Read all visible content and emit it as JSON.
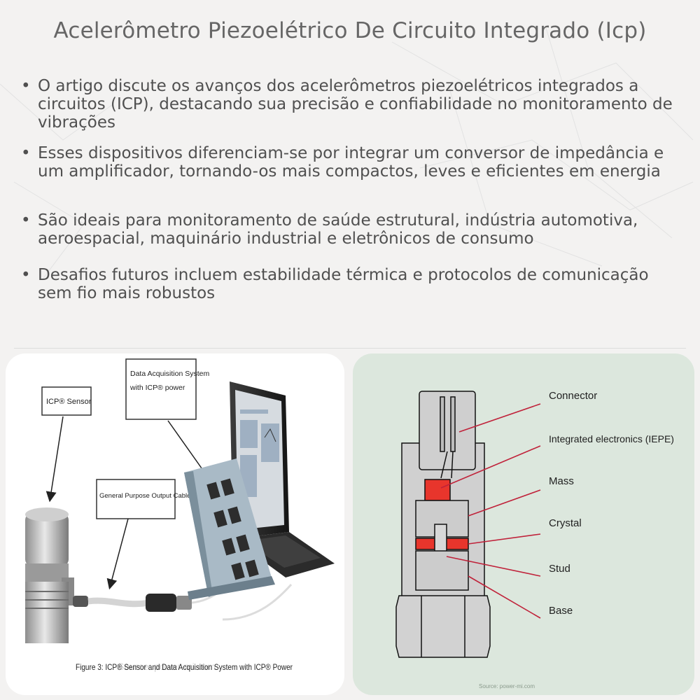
{
  "title": "Acelerômetro Piezoelétrico De Circuito Integrado (Icp)",
  "bullets": [
    "O artigo discute os avanços dos acelerômetros piezoelétricos integrados a circuitos (ICP), destacando sua precisão e confiabilidade no monitoramento de vibrações",
    "Esses dispositivos diferenciam-se por integrar um conversor de impedância e um amplificador, tornando-os mais compactos, leves e eficientes em energia",
    "São ideais para monitoramento de saúde estrutural, indústria automotiva, aeroespacial, maquinário industrial e eletrônicos de consumo",
    "Desafios futuros incluem estabilidade térmica e protocolos de comunicação sem fio mais robustos"
  ],
  "left_figure": {
    "label_sensor": "ICP® Sensor",
    "label_daq_line1": "Data Acquisition System",
    "label_daq_line2": "with ICP® power",
    "label_cable": "General Purpose Output Cable",
    "caption": "Figure 3: ICP® Sensor and Data Acquisition System with ICP® Power"
  },
  "right_figure": {
    "labels": [
      "Connector",
      "Integrated electronics (IEPE)",
      "Mass",
      "Crystal",
      "Stud",
      "Base"
    ],
    "source": "Source: power-mi.com",
    "colors": {
      "accent": "#e8352c",
      "body": "#d0d0d0",
      "line": "#c0223a"
    }
  }
}
